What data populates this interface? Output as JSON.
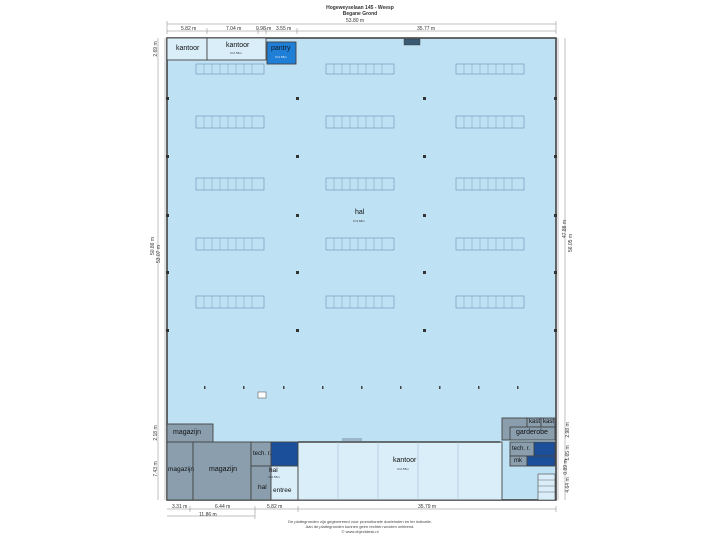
{
  "header": {
    "address": "Hogeweyselaan 145 - Weesp",
    "floor": "Begane Grond"
  },
  "dims_top_outer": "53.80 m",
  "dims_top": [
    "5.82 m",
    "7.04 m",
    "0.98 m",
    "3.55 m",
    "35.77 m"
  ],
  "dims_bottom": [
    "3.31 m",
    "6.44 m",
    "5.82 m",
    "35.79 m"
  ],
  "dims_bottom_outer": "11.86 m",
  "dims_left": [
    "2.69 m",
    "50.86 m",
    "53.07 m",
    "2.18 m",
    "7.43 m"
  ],
  "dims_right": [
    "47.88 m",
    "56.05 m",
    "2.98 m",
    "1.65 m",
    "0.89 m",
    "4.64 m"
  ],
  "rooms": {
    "kantoor_1": "kantoor",
    "kantoor_2": "kantoor",
    "kantoor_2_sub": "h=2.55m",
    "pantry": "pantry",
    "pantry_sub": "h=2.55m",
    "hal": "hal",
    "hal_sub": "h=3.68m",
    "magazijn_1": "magazijn",
    "magazijn_2": "magazijn",
    "magazijn_3": "magazijn",
    "tech_1": "tech. r.",
    "hal_small": "hal",
    "hal_small_sub": "h=2.55m",
    "hal_2": "hal",
    "entree": "entree",
    "kantoor_bottom": "kantoor",
    "kantoor_bottom_sub": "h=2.55m",
    "kast_1": "kast",
    "kast_2": "kast",
    "garderobe": "garderobe",
    "tech_2": "tech. r.",
    "mk": "mk"
  },
  "footer": {
    "line1": "De plattegronden zijn gegenereerd voor promotionele doeleinden en ter indicatie.",
    "line2": "Aan de plattegronden kunnen geen rechten worden ontleend.",
    "line3": "© www.objectdesk.nl"
  },
  "colors": {
    "hall_fill": "#bfe1f4",
    "wall": "#444444",
    "storage_fill": "#8a9eae",
    "pantry_fill": "#1f7fd6",
    "tech_fill": "#1b4f9a",
    "office_fill": "#d9eef9"
  }
}
